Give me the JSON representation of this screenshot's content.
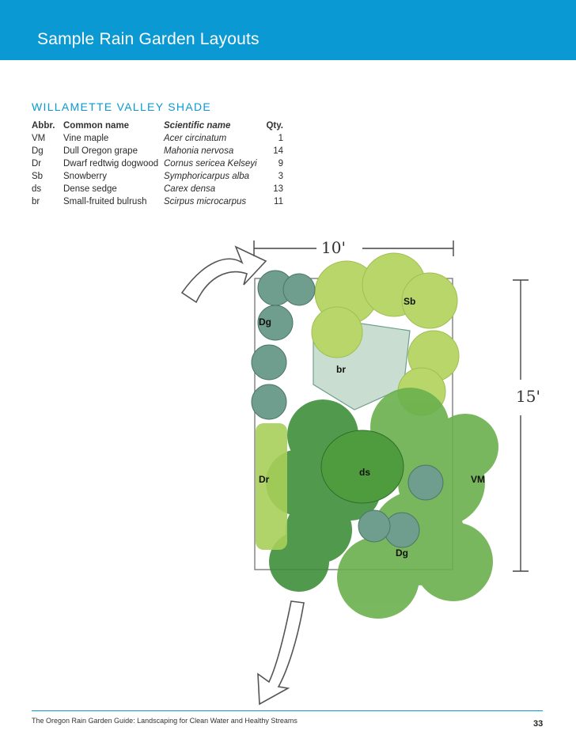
{
  "header": {
    "title": "Sample Rain Garden Layouts"
  },
  "section": {
    "heading": "Willamette Valley Shade"
  },
  "table": {
    "columns": [
      "Abbr.",
      "Common name",
      "Scientific name",
      "Qty."
    ],
    "rows": [
      {
        "abbr": "VM",
        "common": "Vine maple",
        "scientific": "Acer circinatum",
        "qty": "1"
      },
      {
        "abbr": "Dg",
        "common": "Dull Oregon grape",
        "scientific": "Mahonia nervosa",
        "qty": "14"
      },
      {
        "abbr": "Dr",
        "common": "Dwarf redtwig dogwood",
        "scientific": "Cornus sericea Kelseyi",
        "qty": "9"
      },
      {
        "abbr": "Sb",
        "common": "Snowberry",
        "scientific": "Symphoricarpus alba",
        "qty": "3"
      },
      {
        "abbr": "ds",
        "common": "Dense sedge",
        "scientific": "Carex densa",
        "qty": "13"
      },
      {
        "abbr": "br",
        "common": "Small-fruited bulrush",
        "scientific": "Scirpus microcarpus",
        "qty": "11"
      }
    ]
  },
  "plan": {
    "width_label": "10'",
    "length_label": "15'",
    "labels": {
      "sb": "Sb",
      "dg_top": "Dg",
      "br": "br",
      "ds": "ds",
      "dr": "Dr",
      "vm": "VM",
      "dg_bottom": "Dg"
    },
    "colors": {
      "light_green": "#b9d66a",
      "mid_green": "#6ab04c",
      "dark_green": "#3f8f3a",
      "blue_green": "#6f9e8e",
      "pale_blue_green": "#c9ded0"
    }
  },
  "footer": {
    "text": "The Oregon Rain Garden Guide: Landscaping for Clean Water and Healthy Streams",
    "page_number": "33"
  }
}
